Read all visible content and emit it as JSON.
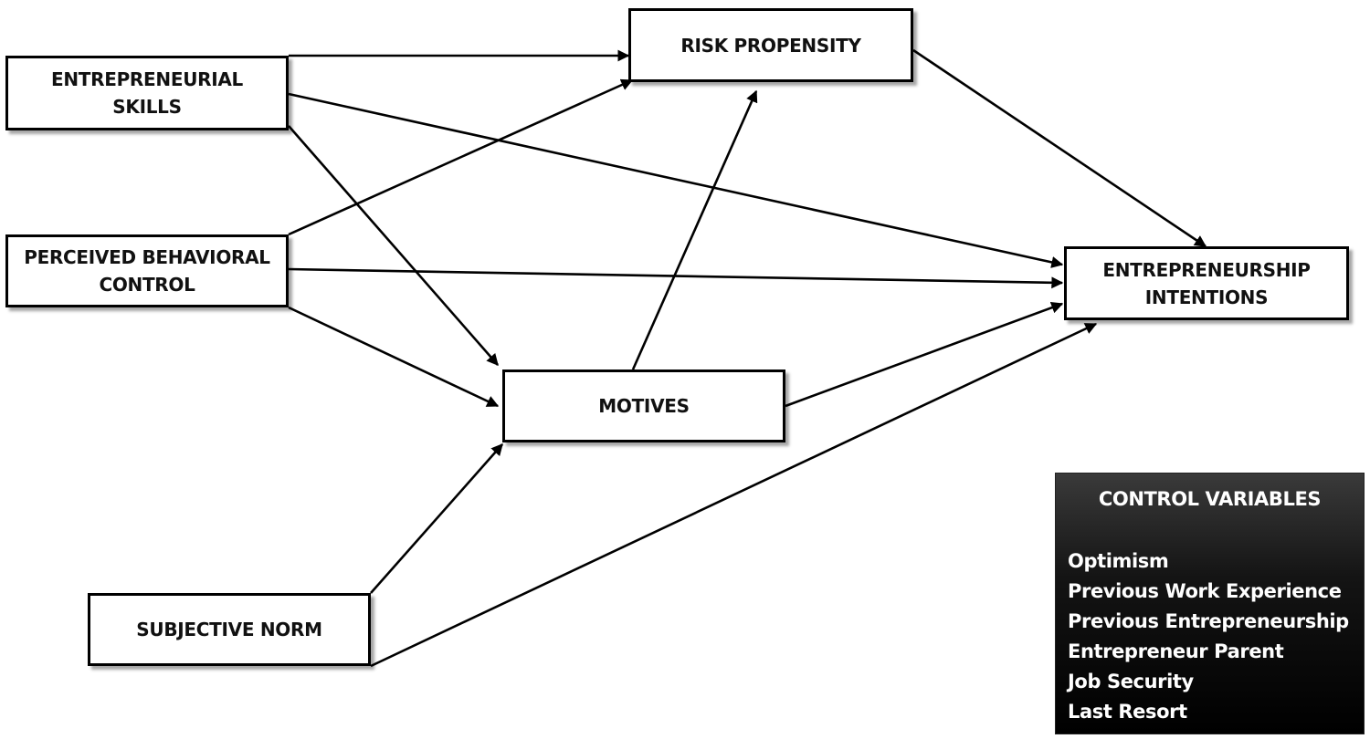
{
  "nodes": {
    "entrepreneurial_skills": "ENTREPRENEURIAL\nSKILLS",
    "perceived_behavioral_control": "PERCEIVED BEHAVIORAL\nCONTROL",
    "risk_propensity": "RISK PROPENSITY",
    "motives": "MOTIVES",
    "subjective_norm": "SUBJECTIVE NORM",
    "entrepreneurship_intentions": "ENTREPRENEURSHIP\nINTENTIONS"
  },
  "control_variables": {
    "title": "CONTROL VARIABLES",
    "items": [
      "Optimism",
      "Previous Work Experience",
      "Previous Entrepreneurship",
      "Entrepreneur Parent",
      "Job Security",
      "Last Resort"
    ]
  },
  "edges": [
    {
      "from": "entrepreneurial_skills",
      "to": "risk_propensity"
    },
    {
      "from": "entrepreneurial_skills",
      "to": "entrepreneurship_intentions"
    },
    {
      "from": "entrepreneurial_skills",
      "to": "motives"
    },
    {
      "from": "perceived_behavioral_control",
      "to": "risk_propensity"
    },
    {
      "from": "perceived_behavioral_control",
      "to": "entrepreneurship_intentions"
    },
    {
      "from": "perceived_behavioral_control",
      "to": "motives"
    },
    {
      "from": "motives",
      "to": "risk_propensity"
    },
    {
      "from": "motives",
      "to": "entrepreneurship_intentions"
    },
    {
      "from": "subjective_norm",
      "to": "motives"
    },
    {
      "from": "subjective_norm",
      "to": "entrepreneurship_intentions"
    },
    {
      "from": "risk_propensity",
      "to": "entrepreneurship_intentions"
    }
  ],
  "colors": {
    "line": "#000000",
    "panel": "#000000",
    "panel_text": "#ffffff"
  }
}
